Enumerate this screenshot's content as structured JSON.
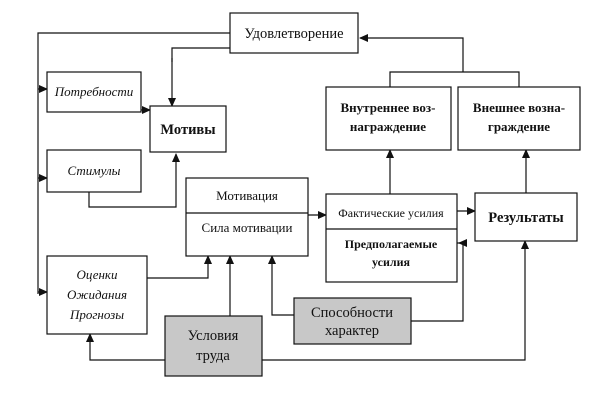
{
  "diagram": {
    "satisfaction": "Удовлетворение",
    "needs": "Потребности",
    "stimuli": "Стимулы",
    "motives": "Мотивы",
    "estimates": [
      "Оценки",
      "Ожидания",
      "Прогнозы"
    ],
    "motivation": "Мотивация",
    "motivation_strength": "Сила мотивации",
    "internal_reward": [
      "Внутреннее воз-",
      "награждение"
    ],
    "external_reward": [
      "Внешнее возна-",
      "граждение"
    ],
    "actual_efforts": "Фактические усилия",
    "expected_efforts": [
      "Предполагаемые",
      "усилия"
    ],
    "results": "Результаты",
    "abilities": [
      "Способности",
      "характер"
    ],
    "work_conditions": [
      "Условия",
      "труда"
    ],
    "colors": {
      "line": "#111111",
      "gray_fill": "#c8c8c8"
    }
  }
}
